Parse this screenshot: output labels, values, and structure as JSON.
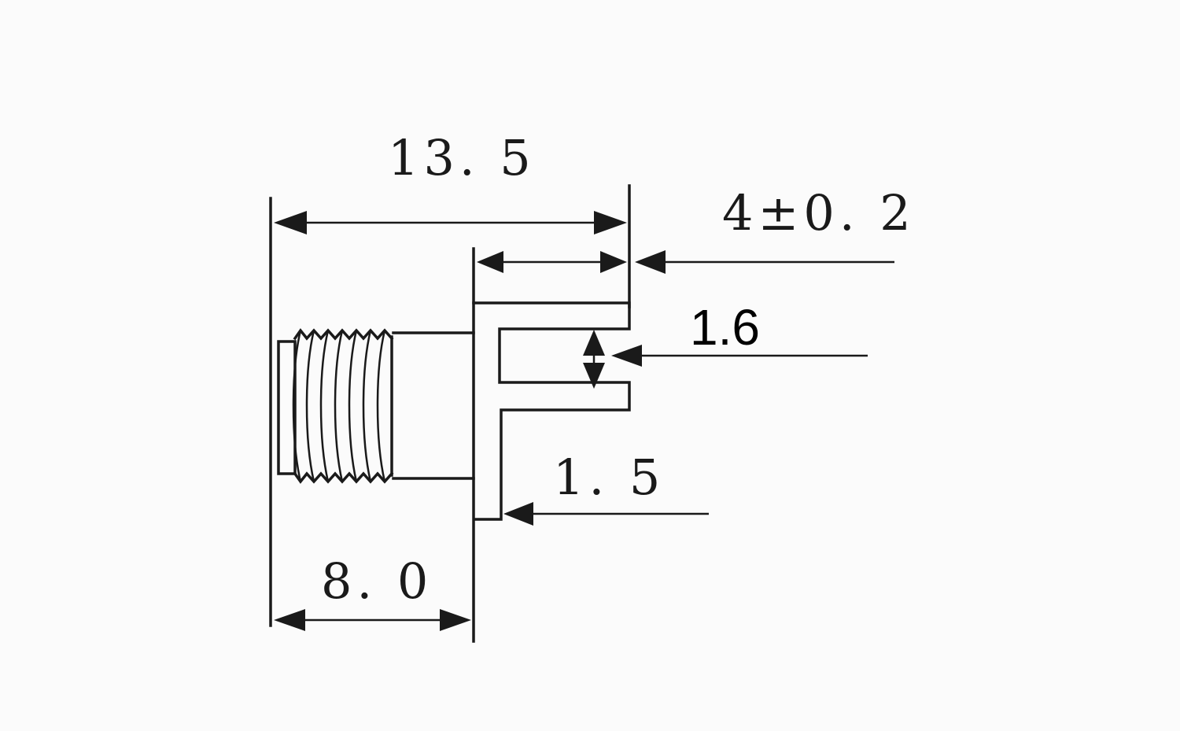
{
  "diagram": {
    "dimensions": {
      "overall_length": "13. 5",
      "head_width": "4±0. 2",
      "slot_width": "1.6",
      "flange_thickness": "1. 5",
      "thread_length": "8. 0"
    },
    "colors": {
      "line": "#1a1a1a",
      "background": "#fbfbfb"
    }
  }
}
